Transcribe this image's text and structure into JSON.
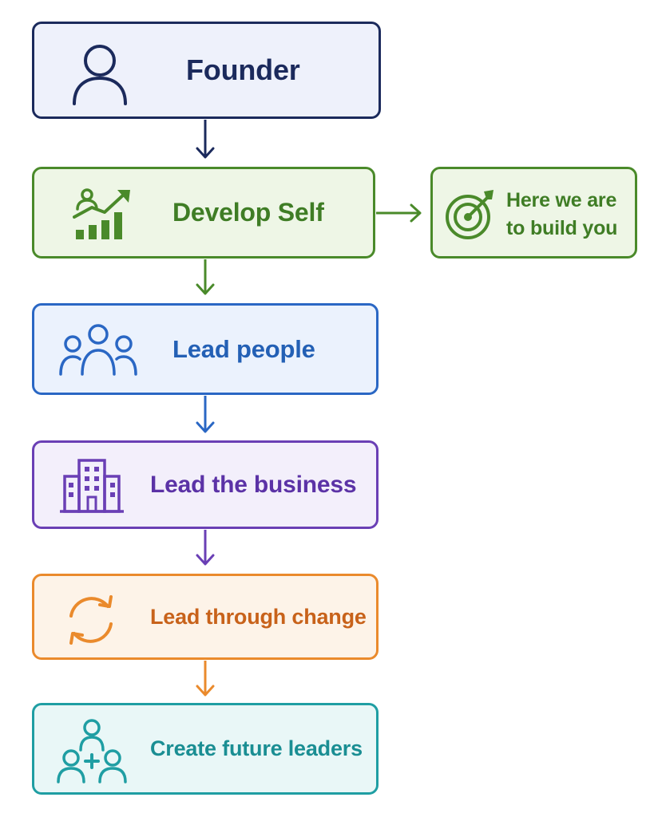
{
  "steps": [
    {
      "label": "Founder",
      "color": "#1b2a5c",
      "icon": "person-icon"
    },
    {
      "label": "Develop Self",
      "color": "#4a8a2a",
      "icon": "growth-chart-icon"
    },
    {
      "label": "Lead people",
      "color": "#2a67c4",
      "icon": "group-icon"
    },
    {
      "label": "Lead the business",
      "color": "#6a3fb5",
      "icon": "building-icon"
    },
    {
      "label": "Lead through change",
      "color": "#ea8a2c",
      "icon": "refresh-cycle-icon"
    },
    {
      "label": "Create future leaders",
      "color": "#1f9ea3",
      "icon": "team-plus-icon"
    }
  ],
  "side_note": {
    "line1": "Here we are",
    "line2": "to build you",
    "color": "#4a8a2a",
    "icon": "target-icon"
  }
}
